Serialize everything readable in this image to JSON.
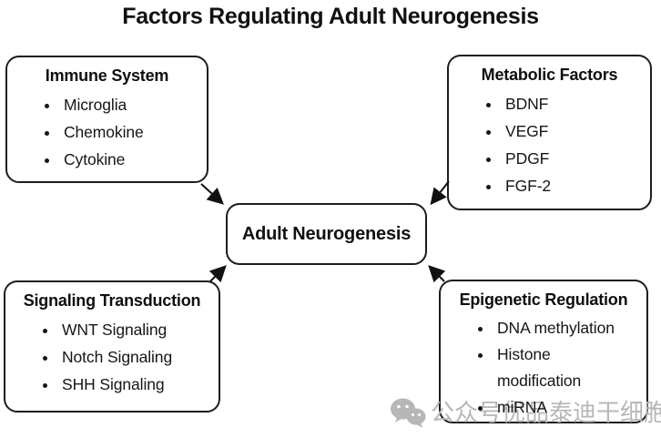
{
  "title": "Factors Regulating Adult Neurogenesis",
  "center": {
    "label": "Adult Neurogenesis"
  },
  "boxes": [
    {
      "id": "immune",
      "title": "Immune System",
      "items": [
        "Microglia",
        "Chemokine",
        "Cytokine"
      ]
    },
    {
      "id": "metabolic",
      "title": "Metabolic Factors",
      "items": [
        "BDNF",
        "VEGF",
        "PDGF",
        "FGF-2"
      ]
    },
    {
      "id": "signaling",
      "title": "Signaling Transduction",
      "items": [
        "WNT Signaling",
        "Notch Signaling",
        "SHH Signaling"
      ]
    },
    {
      "id": "epigenetic",
      "title": "Epigenetic Regulation",
      "items": [
        "DNA methylation",
        "Histone modification",
        "miRNA"
      ]
    }
  ],
  "watermark": {
    "icon": "wechat-icon",
    "text": "公众号优品泰迪干细胞",
    "color": "#b7b7b7"
  },
  "colors": {
    "background": "#ffffff",
    "border": "#1d1d1d",
    "text": "#111111"
  }
}
